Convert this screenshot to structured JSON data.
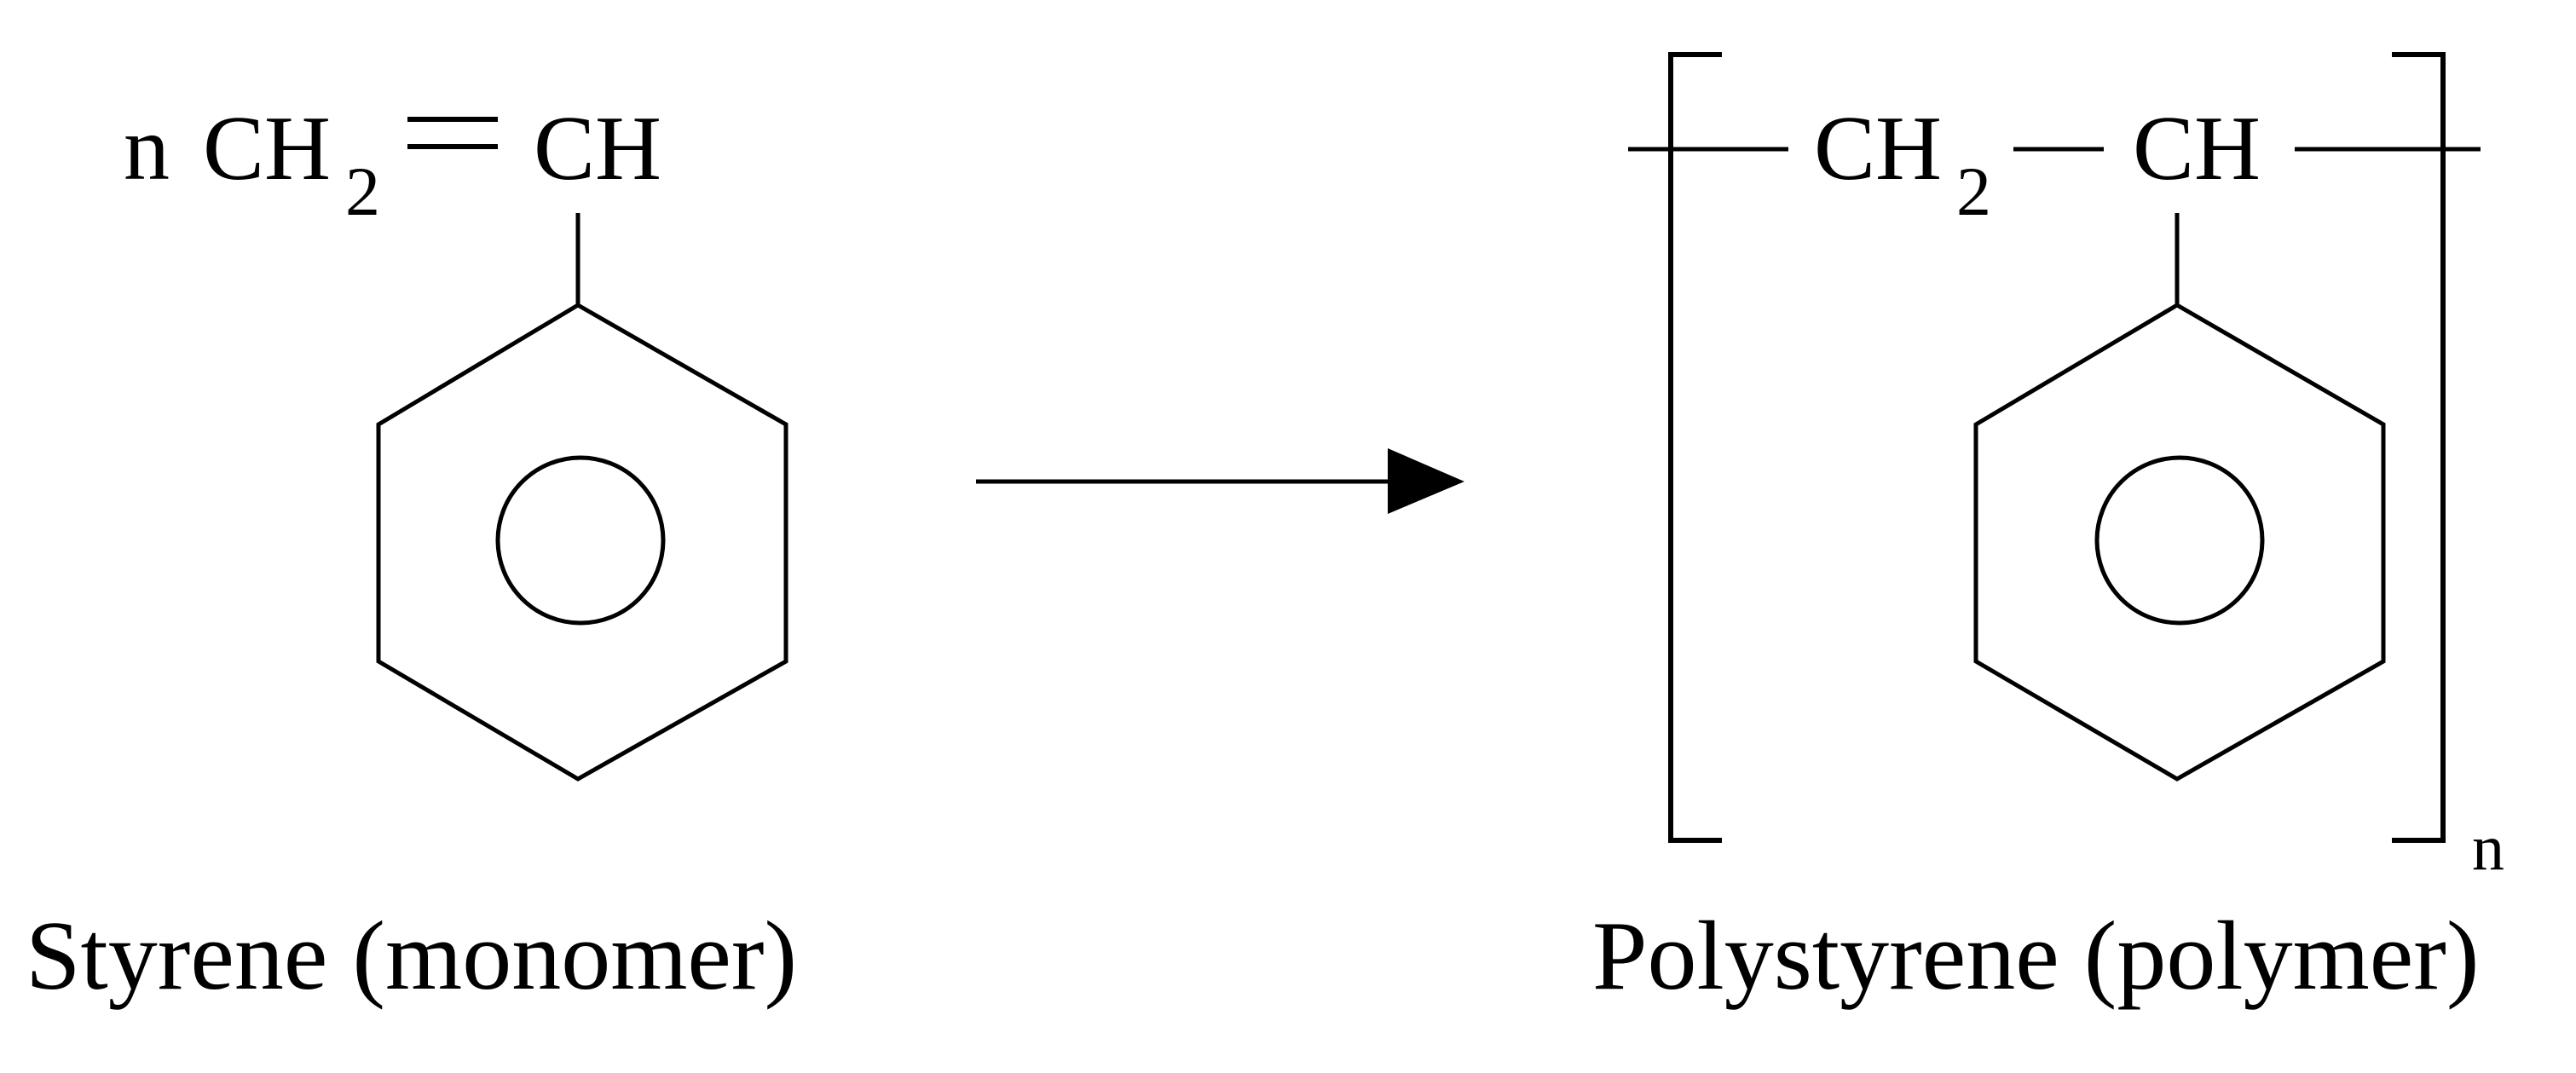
{
  "monomer": {
    "coefficient": "n",
    "group1": "CH",
    "group1_subscript": "2",
    "group2": "CH",
    "caption": "Styrene (monomer)"
  },
  "polymer": {
    "group1": "CH",
    "group1_subscript": "2",
    "group2": "CH",
    "repeat_subscript": "n",
    "caption": "Polystyrene (polymer)"
  },
  "colors": {
    "ink": "#000000",
    "background": "#ffffff"
  }
}
